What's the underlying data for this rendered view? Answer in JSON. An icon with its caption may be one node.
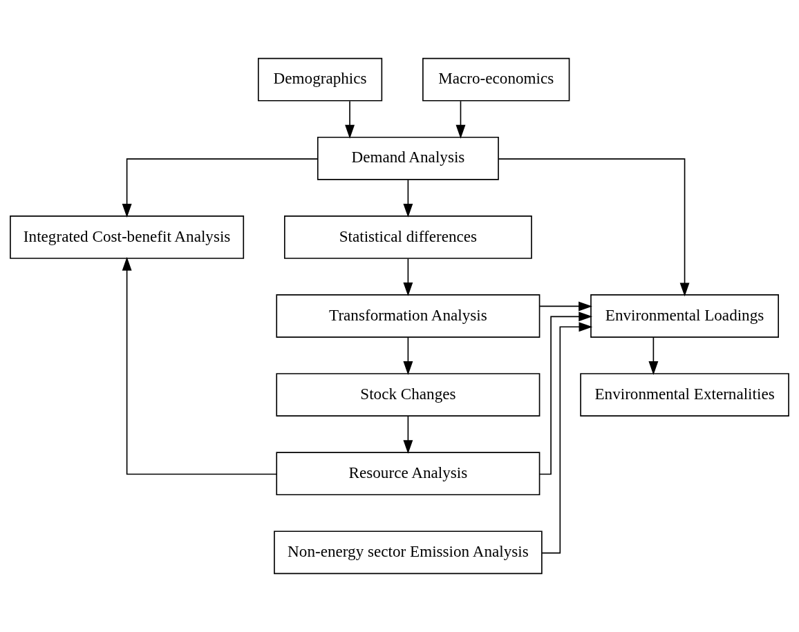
{
  "diagram": {
    "nodes": [
      {
        "text": [
          "Demographics"
        ]
      },
      {
        "text": [
          "Macro-economics"
        ]
      },
      {
        "text": [
          "Demand Analysis"
        ]
      },
      {
        "text": [
          "Integrated Cost-benefit Analysis"
        ]
      },
      {
        "text": [
          "Statistical differences"
        ]
      },
      {
        "text": [
          "Environmental Loadings"
        ]
      },
      {
        "text": [
          "Transformation Analysis"
        ]
      },
      {
        "text": [
          "Stock Changes"
        ]
      },
      {
        "text": [
          "Resource Analysis"
        ]
      },
      {
        "text": [
          "Environmental Externalities"
        ]
      },
      {
        "text": [
          "Non-energy sector Emission Analysis"
        ]
      }
    ],
    "edges": [
      {
        "from": 0,
        "to": 2,
        "arrow": "to"
      },
      {
        "from": 1,
        "to": 2,
        "arrow": "to"
      },
      {
        "from": 2,
        "to": 4,
        "arrow": "to"
      },
      {
        "from": 4,
        "to": 6,
        "arrow": "to"
      },
      {
        "from": 6,
        "to": 7,
        "arrow": "to"
      },
      {
        "from": 7,
        "to": 8,
        "arrow": "to"
      },
      {
        "from": 2,
        "to": 5,
        "arrow": "to"
      },
      {
        "from": 6,
        "to": 5,
        "arrow": "to"
      },
      {
        "from": 8,
        "to": 5,
        "arrow": "to"
      },
      {
        "from": 10,
        "to": 5,
        "arrow": "to"
      },
      {
        "from": 5,
        "to": 9,
        "arrow": "to"
      },
      {
        "from": 2,
        "to": 3,
        "arrow": "to"
      },
      {
        "from": 8,
        "to": 3,
        "arrow": "to"
      }
    ]
  }
}
